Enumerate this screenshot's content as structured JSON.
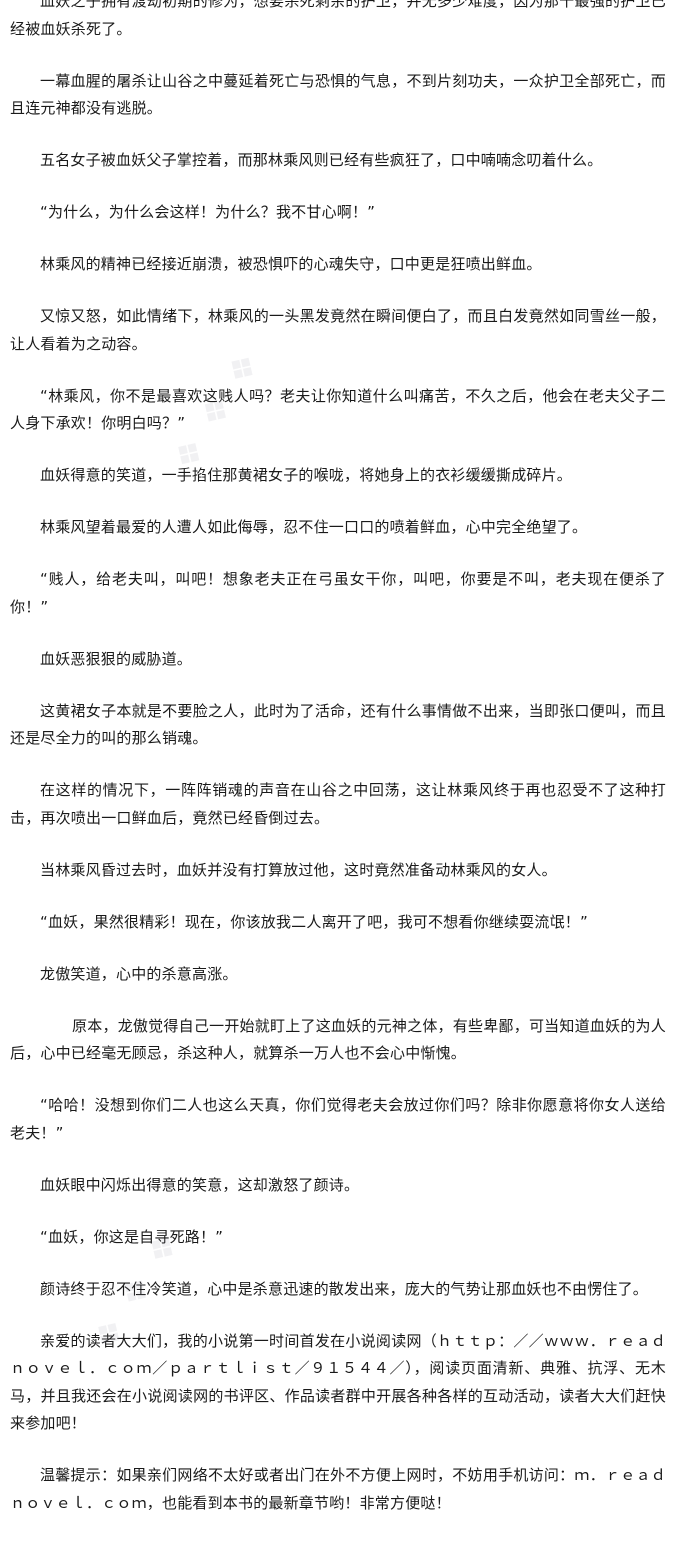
{
  "paragraphs": [
    "血妖之子拥有渡劫初期的修为，想要杀死剩余的护卫，并无多少难度，因为那十最强的护卫已经被血妖杀死了。",
    "一幕血腥的屠杀让山谷之中蔓延着死亡与恐惧的气息，不到片刻功夫，一众护卫全部死亡，而且连元神都没有逃脱。",
    "五名女子被血妖父子掌控着，而那林乘风则已经有些疯狂了，口中喃喃念叨着什么。",
    "“为什么，为什么会这样！为什么？我不甘心啊！”",
    "林乘风的精神已经接近崩溃，被恐惧吓的心魂失守，口中更是狂喷出鲜血。",
    "又惊又怒，如此情绪下，林乘风的一头黑发竟然在瞬间便白了，而且白发竟然如同雪丝一般，让人看着为之动容。",
    "“林乘风，你不是最喜欢这贱人吗？老夫让你知道什么叫痛苦，不久之后，他会在老夫父子二人身下承欢！你明白吗？”",
    "血妖得意的笑道，一手掐住那黄裙女子的喉咙，将她身上的衣衫缓缓撕成碎片。",
    "林乘风望着最爱的人遭人如此侮辱，忍不住一口口的喷着鲜血，心中完全绝望了。",
    "“贱人，给老夫叫，叫吧！想象老夫正在弓虽女干你，叫吧，你要是不叫，老夫现在便杀了你！”",
    "血妖恶狠狠的威胁道。",
    "这黄裙女子本就是不要脸之人，此时为了活命，还有什么事情做不出来，当即张口便叫，而且还是尽全力的叫的那么销魂。",
    "在这样的情况下，一阵阵销魂的声音在山谷之中回荡，这让林乘风终于再也忍受不了这种打击，再次喷出一口鲜血后，竟然已经昏倒过去。",
    "当林乘风昏过去时，血妖并没有打算放过他，这时竟然准备动林乘风的女人。",
    "“血妖，果然很精彩！现在，你该放我二人离开了吧，我可不想看你继续耍流氓！”",
    "龙傲笑道，心中的杀意高涨。",
    "原本，龙傲觉得自己一开始就盯上了这血妖的元神之体，有些卑鄙，可当知道血妖的为人后，心中已经毫无顾忌，杀这种人，就算杀一万人也不会心中惭愧。",
    "“哈哈！没想到你们二人也这么天真，你们觉得老夫会放过你们吗？除非你愿意将你女人送给老夫！”",
    "血妖眼中闪烁出得意的笑意，这却激怒了颜诗。",
    "“血妖，你这是自寻死路！”",
    "颜诗终于忍不住冷笑道，心中是杀意迅速的散发出来，庞大的气势让那血妖也不由愣住了。",
    "亲爱的读者大大们，我的小说第一时间首发在小说阅读网（ｈｔｔｐ：／／ｗｗｗ．ｒｅａｄｎｏｖｅｌ．ｃｏｍ／ｐａｒｔｌｉｓｔ／９１５４４／），阅读页面清新、典雅、抗浮、无木马，并且我还会在小说阅读网的书评区、作品读者群中开展各种各样的互动活动，读者大大们赶快来参加吧！",
    "温馨提示：如果亲们网络不太好或者出门在外不方便上网时，不妨用手机访问：ｍ．ｒｅａｄｎｏｖｅｌ．ｃｏｍ，也能看到本书的最新章节哟！非常方便哒！"
  ]
}
